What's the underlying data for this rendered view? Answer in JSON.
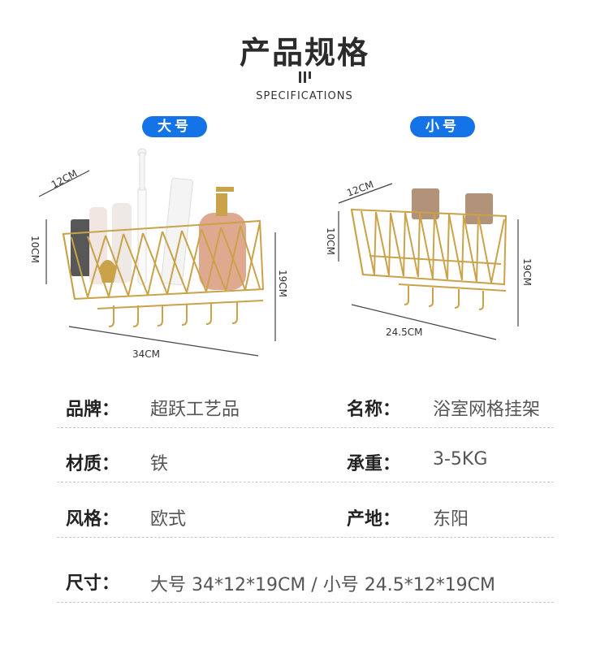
{
  "header": {
    "title": "产品规格",
    "subtitle": "SPECIFICATIONS"
  },
  "sizes": {
    "large": {
      "label": "大号",
      "depth": "12CM",
      "height_left": "10CM",
      "height_right": "19CM",
      "width": "34CM"
    },
    "small": {
      "label": "小号",
      "depth": "12CM",
      "height_left": "10CM",
      "height_right": "19CM",
      "width": "24.5CM"
    }
  },
  "specs": {
    "brand_label": "品牌：",
    "brand_value": "超跃工艺品",
    "name_label": "名称：",
    "name_value": "浴室网格挂架",
    "material_label": "材质：",
    "material_value": "铁",
    "load_label": "承重：",
    "load_value": "3-5KG",
    "style_label": "风格：",
    "style_value": "欧式",
    "origin_label": "产地：",
    "origin_value": "东阳",
    "size_label": "尺寸：",
    "size_value": "大号 34*12*19CM / 小号 24.5*12*19CM"
  },
  "colors": {
    "accent": "#1473e6",
    "gold": "#c9a24a"
  }
}
